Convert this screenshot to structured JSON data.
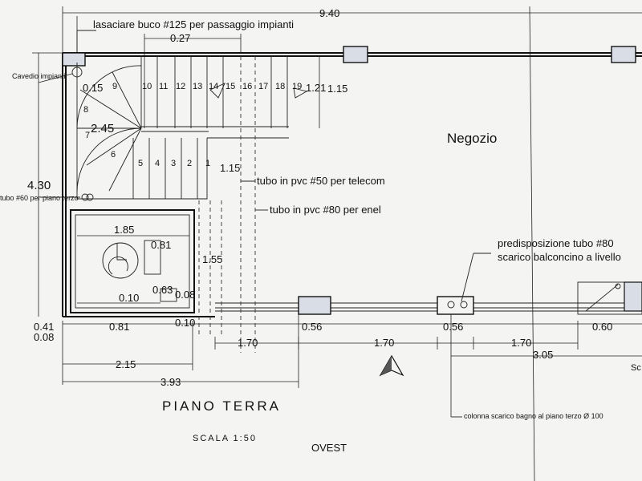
{
  "drawing": {
    "title": "Piano Terra",
    "scale": "scala 1:50",
    "orientation": "OVEST"
  },
  "notes": {
    "hole": "lasaciare buco #125 per passaggio impianti",
    "shaft": "Cavedio impianti",
    "tube_left": "tubo #60 per piano terzo",
    "telecom": "tubo in pvc #50 per telecom",
    "enel": "tubo in pvc #80 per enel",
    "balcony": "predisposizione tubo #80 scarico balconcino a livello",
    "column": "colonna scarico bagno al piano terzo Ø 100",
    "right_cut": "Sc al l"
  },
  "rooms": {
    "shop": "Negozio"
  },
  "stairs": {
    "steps_top": [
      "9",
      "10",
      "11",
      "12",
      "13",
      "14",
      "15",
      "16",
      "17",
      "18",
      "19"
    ],
    "steps_bottom": [
      "5",
      "4",
      "3",
      "2",
      "1"
    ],
    "steps_curve": [
      "8",
      "7",
      "6"
    ]
  },
  "dimensions": {
    "overall_width": "9.40",
    "stair_offset": "0.27",
    "shaft_gap": "0.15",
    "stair_width": "2.45",
    "landing_a": "1.21",
    "landing_b": "1.15",
    "landing_c": "1.15",
    "height_total": "4.30",
    "wc_width": "1.85",
    "wc_inner": "0.81",
    "wc_depth": "1.55",
    "wc_small": "0.63",
    "wc_wall": "0.08",
    "wc_base": "0.10",
    "left_a": "0.41",
    "left_b": "0.08",
    "bottom_a": "0.81",
    "bottom_b": "0.10",
    "bottom_c": "1.70",
    "pillar_a": "0.56",
    "mid_span": "1.70",
    "pillar_b": "0.56",
    "right_span": "1.70",
    "right_a": "0.60",
    "span_215": "2.15",
    "span_393": "3.93",
    "span_305": "3.05"
  }
}
